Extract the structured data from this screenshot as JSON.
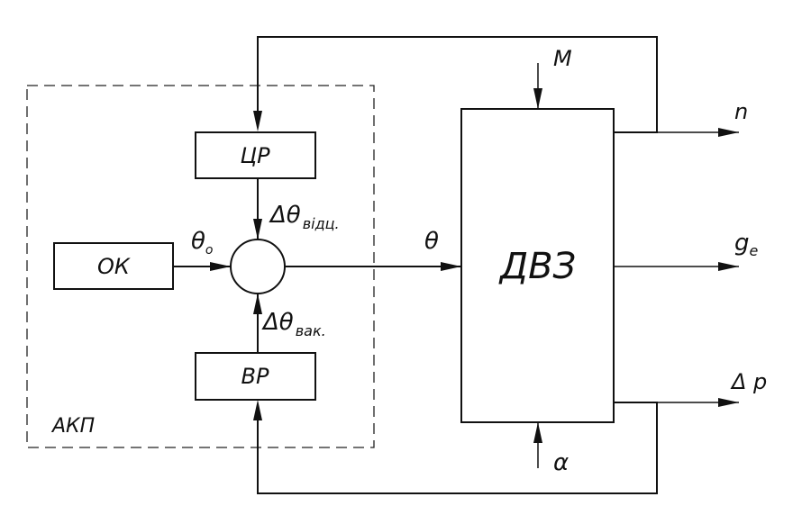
{
  "blocks": {
    "ok": "ОК",
    "cr": "ЦР",
    "vr": "ВР",
    "dvz": "ДВЗ",
    "akp": "АКП"
  },
  "signals": {
    "theta0": {
      "symbol": "θ",
      "sub": "o"
    },
    "d_theta_cr": {
      "symbol": "Δθ",
      "sub": "відц."
    },
    "d_theta_vr": {
      "symbol": "Δθ",
      "sub": "вак."
    },
    "theta": "θ",
    "m": "M",
    "alpha": "α",
    "n": "n",
    "ge": {
      "symbol": "g",
      "sub": "e"
    },
    "dp": "Δ p"
  }
}
